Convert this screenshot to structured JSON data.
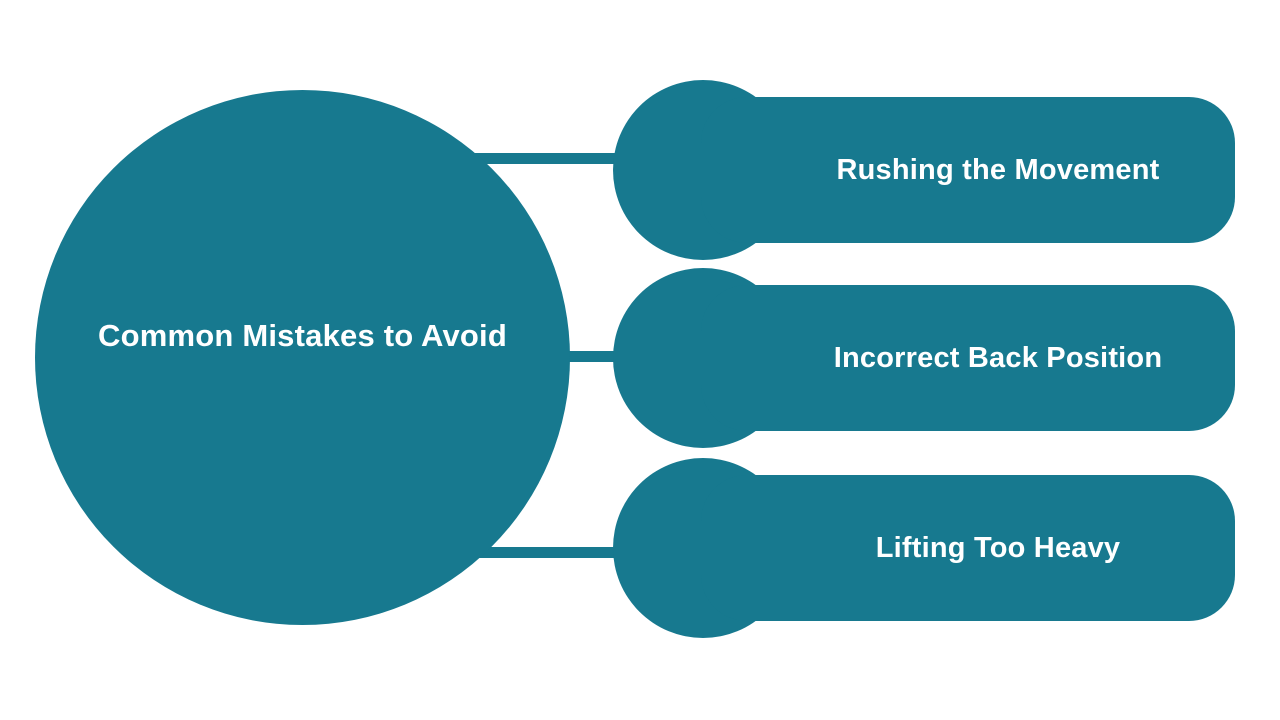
{
  "diagram": {
    "title": "Common Mistakes to Avoid",
    "branches": [
      {
        "label": "Rushing the Movement"
      },
      {
        "label": "Incorrect Back Position"
      },
      {
        "label": "Lifting Too Heavy"
      }
    ],
    "colors": {
      "node_fill": "#17798F",
      "text": "#FFFFFF",
      "background": "#FFFFFF"
    }
  }
}
